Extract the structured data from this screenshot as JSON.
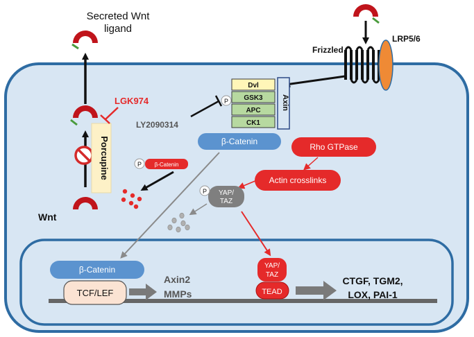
{
  "secreted_label_line1": "Secreted Wnt",
  "secreted_label_line2": "ligand",
  "wnt_label": "Wnt",
  "porcupine_label": "Porcupine",
  "inhibitor_lgk": "LGK974",
  "inhibitor_ly": "LY2090314",
  "frizzled_label": "Frizzled",
  "lrp_label": "LRP5/6",
  "complex": {
    "axin_label": "Axin",
    "components": [
      "Dvl",
      "GSK3",
      "APC",
      "CK1"
    ]
  },
  "beta_catenin_cyto": "β-Catenin",
  "p_marker": "P",
  "p_beta_catenin": "β-Catenin",
  "rho_gtpase": "Rho GTPase",
  "actin_crosslinks": "Actin crosslinks",
  "yap_taz_cyto_line1": "YAP/",
  "yap_taz_cyto_line2": "TAZ",
  "nucleus": {
    "beta_catenin": "β-Catenin",
    "tcf_lef": "TCF/LEF",
    "axin2": "Axin2",
    "mmps": "MMPs",
    "yap_line1": "YAP/",
    "yap_line2": "TAZ",
    "tead": "TEAD",
    "targets_line1": "CTGF, TGM2,",
    "targets_line2": "LOX, PAI-1"
  },
  "colors": {
    "cell_fill": "#d8e6f3",
    "membrane": "#2e6ca3",
    "red": "#e52a2a",
    "dark_red": "#c0141b",
    "blue_pill": "#5b93cf",
    "green_box": "#b7d9a0",
    "yellow_box": "#fff6b8",
    "gray": "#7f7f7f",
    "orange": "#ef8a35",
    "peach": "#fbe3d3",
    "porcupine_fill": "#fdf1c7"
  }
}
